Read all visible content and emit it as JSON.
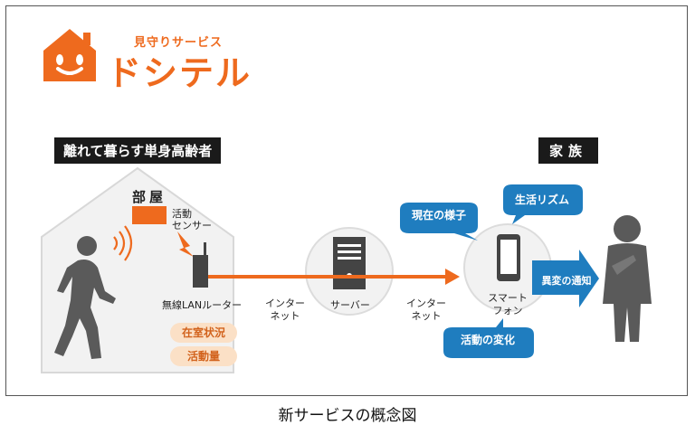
{
  "logo": {
    "subtitle": "見守りサービス",
    "name": "ドシテル",
    "house_face": "smiley-face"
  },
  "labels": {
    "elderly": "離れて暮らす単身高齢者",
    "family": "家族"
  },
  "room": {
    "title": "部屋",
    "sensor": [
      "活動",
      "センサー"
    ],
    "router": "無線LANルーター",
    "status_pills": [
      "在室状況",
      "活動量"
    ]
  },
  "network": {
    "internet_1": [
      "インター",
      "ネット"
    ],
    "server": "サーバー",
    "internet_2": [
      "インター",
      "ネット"
    ]
  },
  "phone": [
    "スマート",
    "フォン"
  ],
  "bubbles": {
    "current_state": "現在の様子",
    "life_rhythm": "生活リズム",
    "activity_change": "活動の変化"
  },
  "alert_arrow": "異変の通知",
  "caption": "新サービスの概念図",
  "colors": {
    "orange": "#ee6a1e",
    "blue": "#1f7dbf",
    "gray": "#5a5a5a",
    "pill_bg": "#fbe0c6",
    "circle_bg": "#f2f2f2"
  }
}
